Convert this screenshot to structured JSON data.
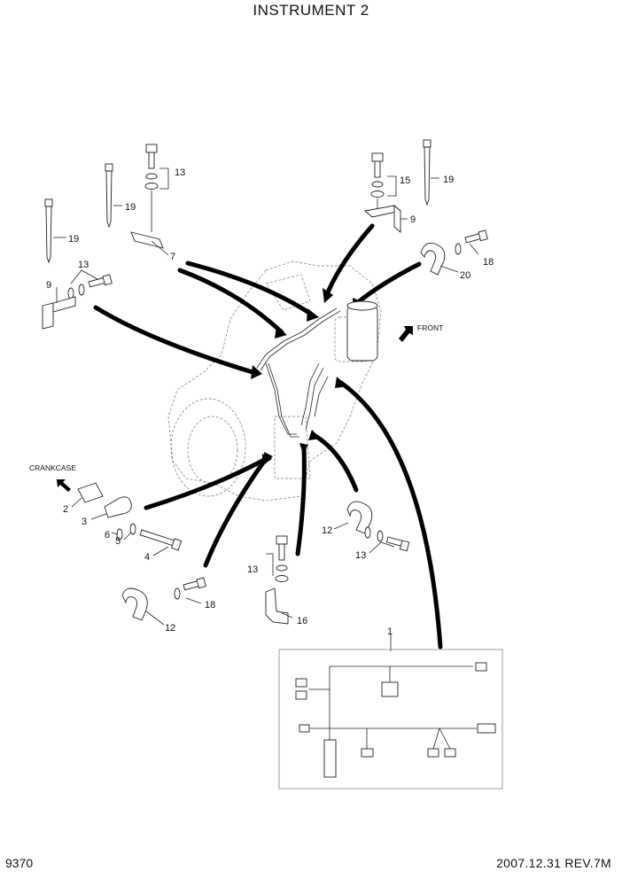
{
  "title": "INSTRUMENT 2",
  "page_number": "9370",
  "footer_date": "2007.12.31  REV.7M",
  "direction_labels": {
    "front": "FRONT",
    "crankcase": "CRANKCASE"
  },
  "callouts": {
    "c1": "1",
    "c2": "2",
    "c3": "3",
    "c4": "4",
    "c5": "5",
    "c6": "6",
    "c7": "7",
    "c9a": "9",
    "c9b": "9",
    "c12a": "12",
    "c12b": "12",
    "c13a": "13",
    "c13b": "13",
    "c13c": "13",
    "c13d": "13",
    "c15": "15",
    "c16": "16",
    "c18a": "18",
    "c18b": "18",
    "c19a": "19",
    "c19b": "19",
    "c19c": "19",
    "c20": "20"
  },
  "colors": {
    "line": "#222222",
    "ghost": "#777777",
    "arrow": "#000000"
  }
}
